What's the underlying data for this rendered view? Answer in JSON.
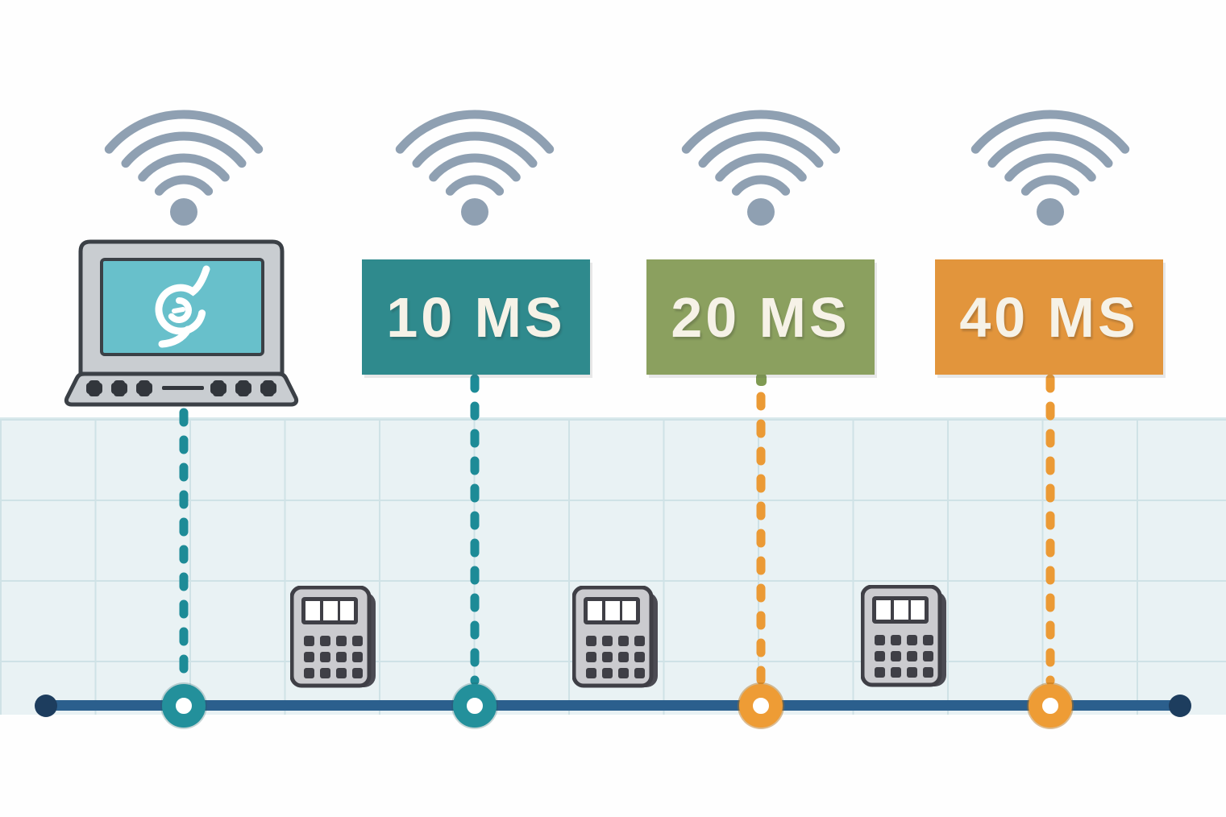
{
  "diagram": {
    "type": "wireless-latency-timeline",
    "values_ms": [
      10,
      20,
      40
    ],
    "columns": [
      {
        "name": "laptop-source",
        "icon": "wifi-icon",
        "device": "laptop",
        "label": "",
        "connector_color": "#1d8b97",
        "node_color": "#23909b"
      },
      {
        "name": "latency-10ms",
        "icon": "wifi-icon",
        "label": "10 MS",
        "box_color": "#2f8a8d",
        "connector_color": "#1d8b97",
        "node_color": "#23909b"
      },
      {
        "name": "latency-20ms",
        "icon": "wifi-icon",
        "label": "20 MS",
        "box_color": "#8ba05f",
        "connector_color": "#eb9a35",
        "node_color": "#ee9c35"
      },
      {
        "name": "latency-40ms",
        "icon": "wifi-icon",
        "label": "40 MS",
        "box_color": "#e2953c",
        "connector_color": "#eb9a35",
        "node_color": "#ee9c35"
      }
    ],
    "calculators": {
      "count": 3,
      "icon": "calculator-icon"
    },
    "timeline": {
      "bar_color": "#2b5f8d",
      "endpoint_color": "#1d3d5e"
    },
    "palette": {
      "wifi_gray": "#8fa0b2",
      "grid_background": "#e9f2f4",
      "grid_line": "#cfe2e6",
      "laptop_body": "#c9cdd1",
      "laptop_border": "#3b4046",
      "laptop_screen": "#68c0cb",
      "label_text": "#f6f2e7"
    }
  }
}
